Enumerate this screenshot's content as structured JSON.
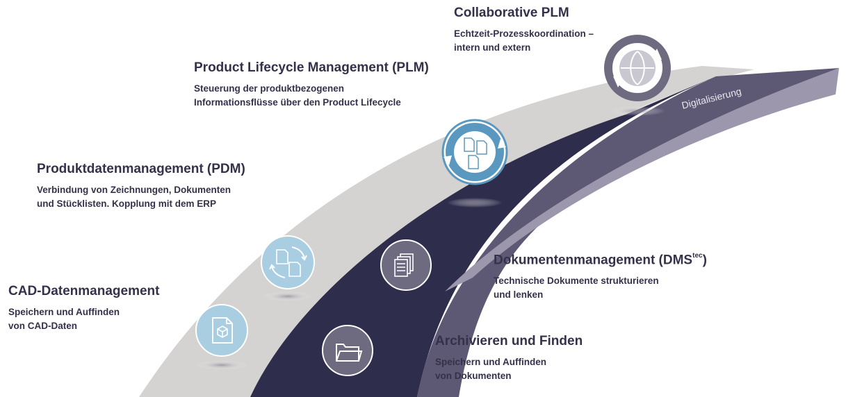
{
  "band_label": "Digitalisierung",
  "colors": {
    "light_band": "#d5d3d1",
    "dark_band": "#2f2d4c",
    "mid_band": "#5d5873",
    "light_side_band": "#9c97ac",
    "pale_icon": "#a9cde1",
    "blue_icon": "#5b98c0",
    "dark_icon": "#6e6a80",
    "text": "#34314a"
  },
  "steps": [
    {
      "title": "CAD-Datenmanagement",
      "lines": [
        "Speichern und Auffinden",
        "von CAD-Daten"
      ],
      "icon": "cad-cube-document-icon"
    },
    {
      "title": "Produktdatenmanagement (PDM)",
      "lines": [
        "Verbindung von Zeichnungen, Dokumenten",
        "und Stücklisten. Kopplung mit dem ERP"
      ],
      "icon": "document-cycle-icon"
    },
    {
      "title": "Product Lifecycle Management (PLM)",
      "lines": [
        "Steuerung der produktbezogenen",
        "Informationsflüsse über den Product Lifecycle"
      ],
      "icon": "lifecycle-cycle-icon"
    },
    {
      "title": "Collaborative PLM",
      "lines": [
        "Echtzeit-Prozesskoordination –",
        "intern und extern"
      ],
      "icon": "collaboration-globe-icon"
    },
    {
      "title": "Archivieren und Finden",
      "lines": [
        "Speichern und Auffinden",
        "von Dokumenten"
      ],
      "icon": "folder-icon"
    },
    {
      "title_main": "Dokumentenmanagement (DMS",
      "title_sup": "tec",
      "title_end": ")",
      "lines": [
        "Technische Dokumente strukturieren",
        "und lenken"
      ],
      "icon": "document-stack-icon"
    }
  ]
}
